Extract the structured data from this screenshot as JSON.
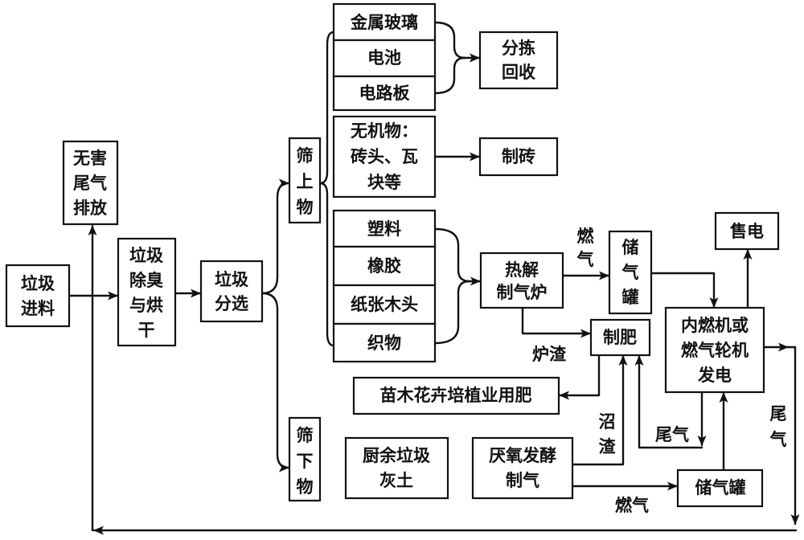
{
  "nodes": {
    "feed": {
      "lines": [
        "垃圾",
        "进料"
      ]
    },
    "exhaust_release": {
      "lines": [
        "无害",
        "尾气",
        "排放"
      ]
    },
    "deodorize_dry": {
      "lines": [
        "垃圾",
        "除臭",
        "与烘",
        "干"
      ]
    },
    "sorting": {
      "lines": [
        "垃圾",
        "分选"
      ]
    },
    "oversize": {
      "lines": [
        "筛",
        "上",
        "物"
      ]
    },
    "undersize": {
      "lines": [
        "筛",
        "下",
        "物"
      ]
    },
    "metal_glass": {
      "lines": [
        "金属玻璃"
      ]
    },
    "battery": {
      "lines": [
        "电池"
      ]
    },
    "circuit_board": {
      "lines": [
        "电路板"
      ]
    },
    "inorganic": {
      "lines": [
        "无机物：",
        "砖头、瓦",
        "块等"
      ]
    },
    "plastic": {
      "lines": [
        "塑料"
      ]
    },
    "rubber": {
      "lines": [
        "橡胶"
      ]
    },
    "paper_wood": {
      "lines": [
        "纸张木头"
      ]
    },
    "fabric": {
      "lines": [
        "织物"
      ]
    },
    "sort_recycle": {
      "lines": [
        "分拣",
        "回收"
      ]
    },
    "brick_making": {
      "lines": [
        "制砖"
      ]
    },
    "pyrolysis": {
      "lines": [
        "热解",
        "制气炉"
      ]
    },
    "gas_tank_top": {
      "lines": [
        "储",
        "气",
        "罐"
      ]
    },
    "sell_power": {
      "lines": [
        "售电"
      ]
    },
    "generator": {
      "lines": [
        "内燃机或",
        "燃气轮机",
        "发电"
      ]
    },
    "fertilizer": {
      "lines": [
        "制肥"
      ]
    },
    "nursery_fertilizer": {
      "lines": [
        "苗木花卉培植业用肥"
      ]
    },
    "kitchen_waste": {
      "lines": [
        "厨余垃圾",
        "灰土"
      ]
    },
    "anaerobic": {
      "lines": [
        "厌氧发酵",
        "制气"
      ]
    },
    "gas_tank_bottom": {
      "lines": [
        "储气罐"
      ]
    }
  },
  "labels": {
    "fuel_gas_top": [
      "燃",
      "气"
    ],
    "slag": "炉渣",
    "biogas_residue": [
      "沼",
      "渣"
    ],
    "exhaust_to_fertilizer": "尾气",
    "exhaust_right": [
      "尾",
      "气"
    ],
    "fuel_gas_bottom": "燃气"
  }
}
